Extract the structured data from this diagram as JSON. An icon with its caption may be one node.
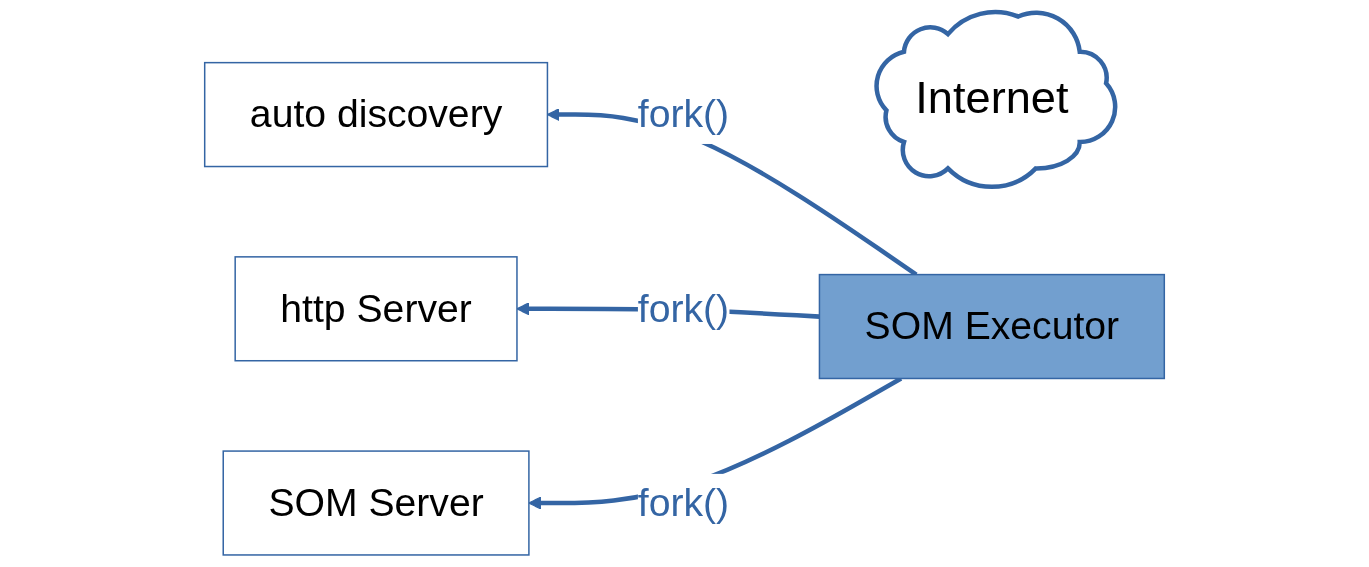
{
  "diagram": {
    "nodes": [
      {
        "text": [
          "Internet"
        ]
      },
      {
        "text": [
          "auto discovery"
        ]
      },
      {
        "text": [
          "http Server"
        ]
      },
      {
        "text": [
          "SOM Executor"
        ]
      },
      {
        "text": [
          "SOM Server"
        ]
      }
    ],
    "edges": [
      {
        "from": 3,
        "to": 1,
        "arrow": "to",
        "label": "fork()"
      },
      {
        "from": 3,
        "to": 2,
        "arrow": "to",
        "label": "fork()"
      },
      {
        "from": 3,
        "to": 4,
        "arrow": "to",
        "label": "fork()"
      }
    ]
  }
}
